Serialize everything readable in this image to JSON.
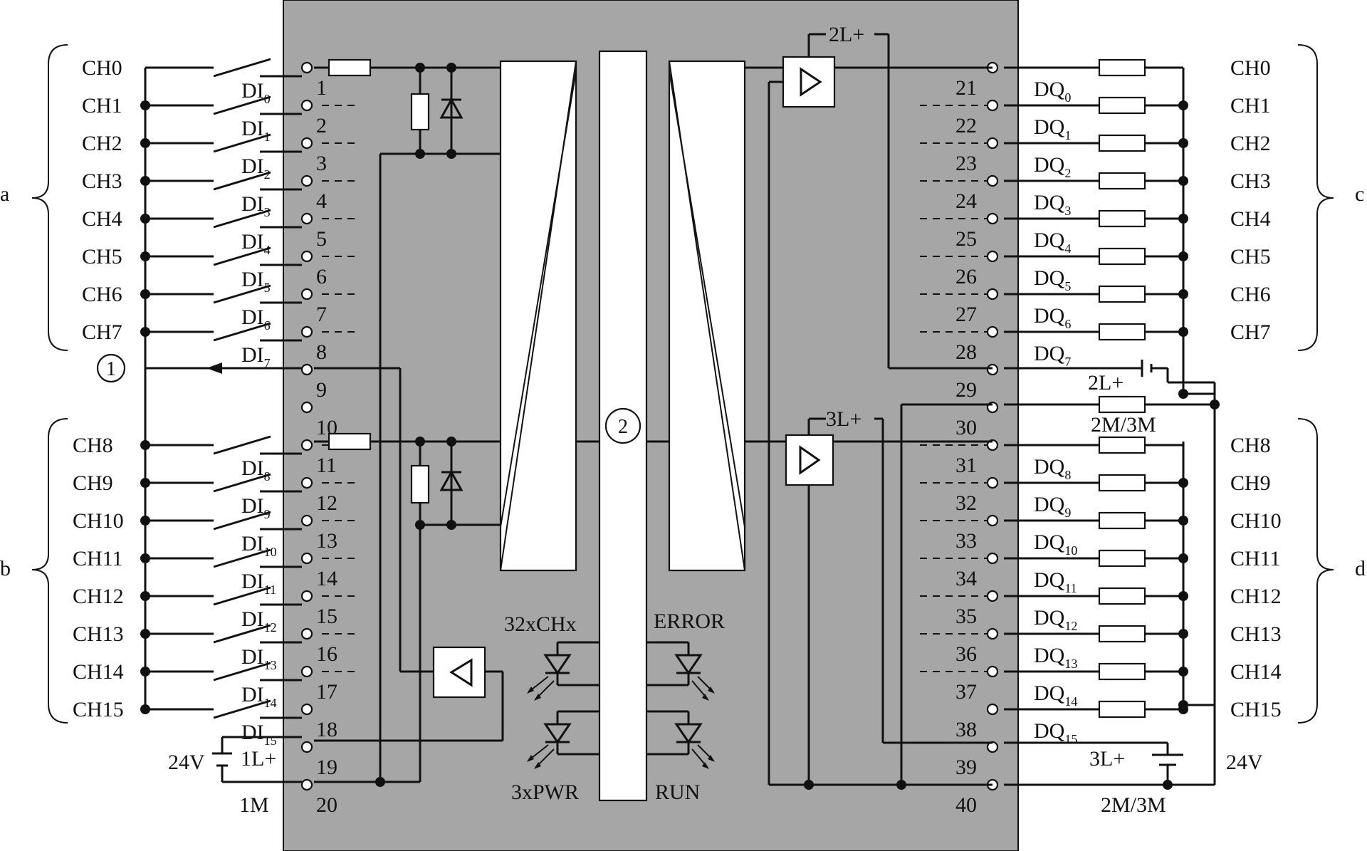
{
  "inputs": {
    "channels_top": [
      "CH0",
      "CH1",
      "CH2",
      "CH3",
      "CH4",
      "CH5",
      "CH6",
      "CH7"
    ],
    "channels_bottom": [
      "CH8",
      "CH9",
      "CH10",
      "CH11",
      "CH12",
      "CH13",
      "CH14",
      "CH15"
    ],
    "terminals": [
      "1",
      "2",
      "3",
      "4",
      "5",
      "6",
      "7",
      "8",
      "9",
      "10",
      "11",
      "12",
      "13",
      "14",
      "15",
      "16",
      "17",
      "18",
      "19",
      "20"
    ],
    "di_prefix": "DI",
    "di_subs": [
      "0",
      "1",
      "2",
      "3",
      "4",
      "5",
      "6",
      "7",
      "8",
      "9",
      "10",
      "11",
      "12",
      "13",
      "14",
      "15"
    ],
    "group_a": "a",
    "group_b": "b",
    "common_marker": "1",
    "supply_voltage": "24V",
    "supply_plus": "1L+",
    "supply_minus": "1M"
  },
  "outputs": {
    "channels_top": [
      "CH0",
      "CH1",
      "CH2",
      "CH3",
      "CH4",
      "CH5",
      "CH6",
      "CH7"
    ],
    "channels_bottom": [
      "CH8",
      "CH9",
      "CH10",
      "CH11",
      "CH12",
      "CH13",
      "CH14",
      "CH15"
    ],
    "terminals": [
      "21",
      "22",
      "23",
      "24",
      "25",
      "26",
      "27",
      "28",
      "29",
      "30",
      "31",
      "32",
      "33",
      "34",
      "35",
      "36",
      "37",
      "38",
      "39",
      "40"
    ],
    "dq_prefix": "DQ",
    "dq_subs": [
      "0",
      "1",
      "2",
      "3",
      "4",
      "5",
      "6",
      "7",
      "8",
      "9",
      "10",
      "11",
      "12",
      "13",
      "14",
      "15"
    ],
    "group_c": "c",
    "group_d": "d",
    "supply2_plus_top": "2L+",
    "supply2_plus_right": "2L+",
    "supply3_plus_top": "3L+",
    "supply3_plus_right": "3L+",
    "ground_label_mid": "2M/3M",
    "ground_label_bottom": "2M/3M",
    "supply_voltage": "24V"
  },
  "module": {
    "bus_marker": "2",
    "led_channels": "32xCHx",
    "led_error": "ERROR",
    "led_power": "3xPWR",
    "led_run": "RUN"
  }
}
